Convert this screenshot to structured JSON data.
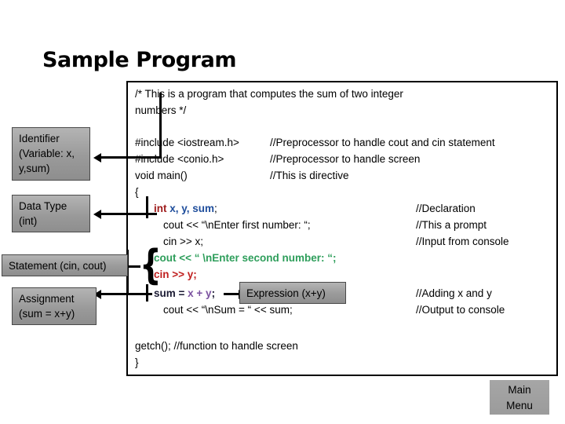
{
  "slide": {
    "title": "Sample Program",
    "main_menu": {
      "line1": "Main",
      "line2": "Menu"
    }
  },
  "code_panel": {
    "block_comment_line1": "/* This is a program that computes the sum of two integer",
    "block_comment_line2": "numbers */",
    "lines": [
      {
        "code": "#include <iostream.h>",
        "comment": "//Preprocessor to handle cout and cin statement"
      },
      {
        "code": "#include <conio.h>",
        "comment": "//Preprocessor to handle screen"
      },
      {
        "code": "void main()",
        "comment": "//This is directive"
      },
      {
        "code": "{",
        "comment": ""
      },
      {
        "code": "int x, y, sum;",
        "comment": "//Declaration"
      },
      {
        "code": "cout << “\\nEnter first number: “;",
        "comment": "//This a prompt"
      },
      {
        "code": "cin >> x;",
        "comment": "//Input from console"
      },
      {
        "code": "cout << “ \\nEnter second number: “;",
        "comment": ""
      },
      {
        "code": "cin >> y;",
        "comment": ""
      },
      {
        "code": "sum = x + y;",
        "comment": "//Adding x and y"
      },
      {
        "code": "cout << “\\nSum = “ << sum;",
        "comment": "//Output to console"
      },
      {
        "code": "getch();   //function to handle screen",
        "comment": ""
      },
      {
        "code": "}",
        "comment": ""
      }
    ],
    "tokens": {
      "int_keyword": "int",
      "declared_vars": " x, y, sum",
      "semicolon": ";",
      "cout_second": "cout << “ \\nEnter second number: “;",
      "cin_y": "cin >> y;",
      "sum_assign": "sum = ",
      "sum_expr": "x + y",
      "sum_end": ";"
    }
  },
  "callouts": [
    {
      "name": "identifier",
      "line1": "Identifier",
      "line2": "(Variable: x,",
      "line3": "y,sum)"
    },
    {
      "name": "data-type",
      "line1": "Data Type",
      "line2": "(int)",
      "line3": ""
    },
    {
      "name": "statement",
      "line1": "Statement (cin, cout)",
      "line2": "",
      "line3": ""
    },
    {
      "name": "assignment",
      "line1": "Assignment",
      "line2": "(sum = x+y)",
      "line3": ""
    },
    {
      "name": "expression",
      "line1": "Expression (x+y)",
      "line2": "",
      "line3": ""
    }
  ],
  "colors": {
    "keyword_red": "#9e1b1b",
    "variable_blue": "#1f4e9c",
    "string_green": "#2e9e5b",
    "cin_red": "#c0201f",
    "expr_purple": "#7b52a0",
    "callout_gray": "#9a9a9a",
    "panel_border": "#000000"
  }
}
